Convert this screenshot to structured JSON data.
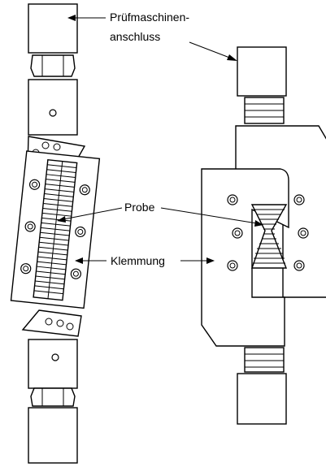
{
  "labels": {
    "machine_connection_line1": "Prüfmaschinen-",
    "machine_connection_line2": "anschluss",
    "specimen": "Probe",
    "clamping": "Klemmung"
  }
}
